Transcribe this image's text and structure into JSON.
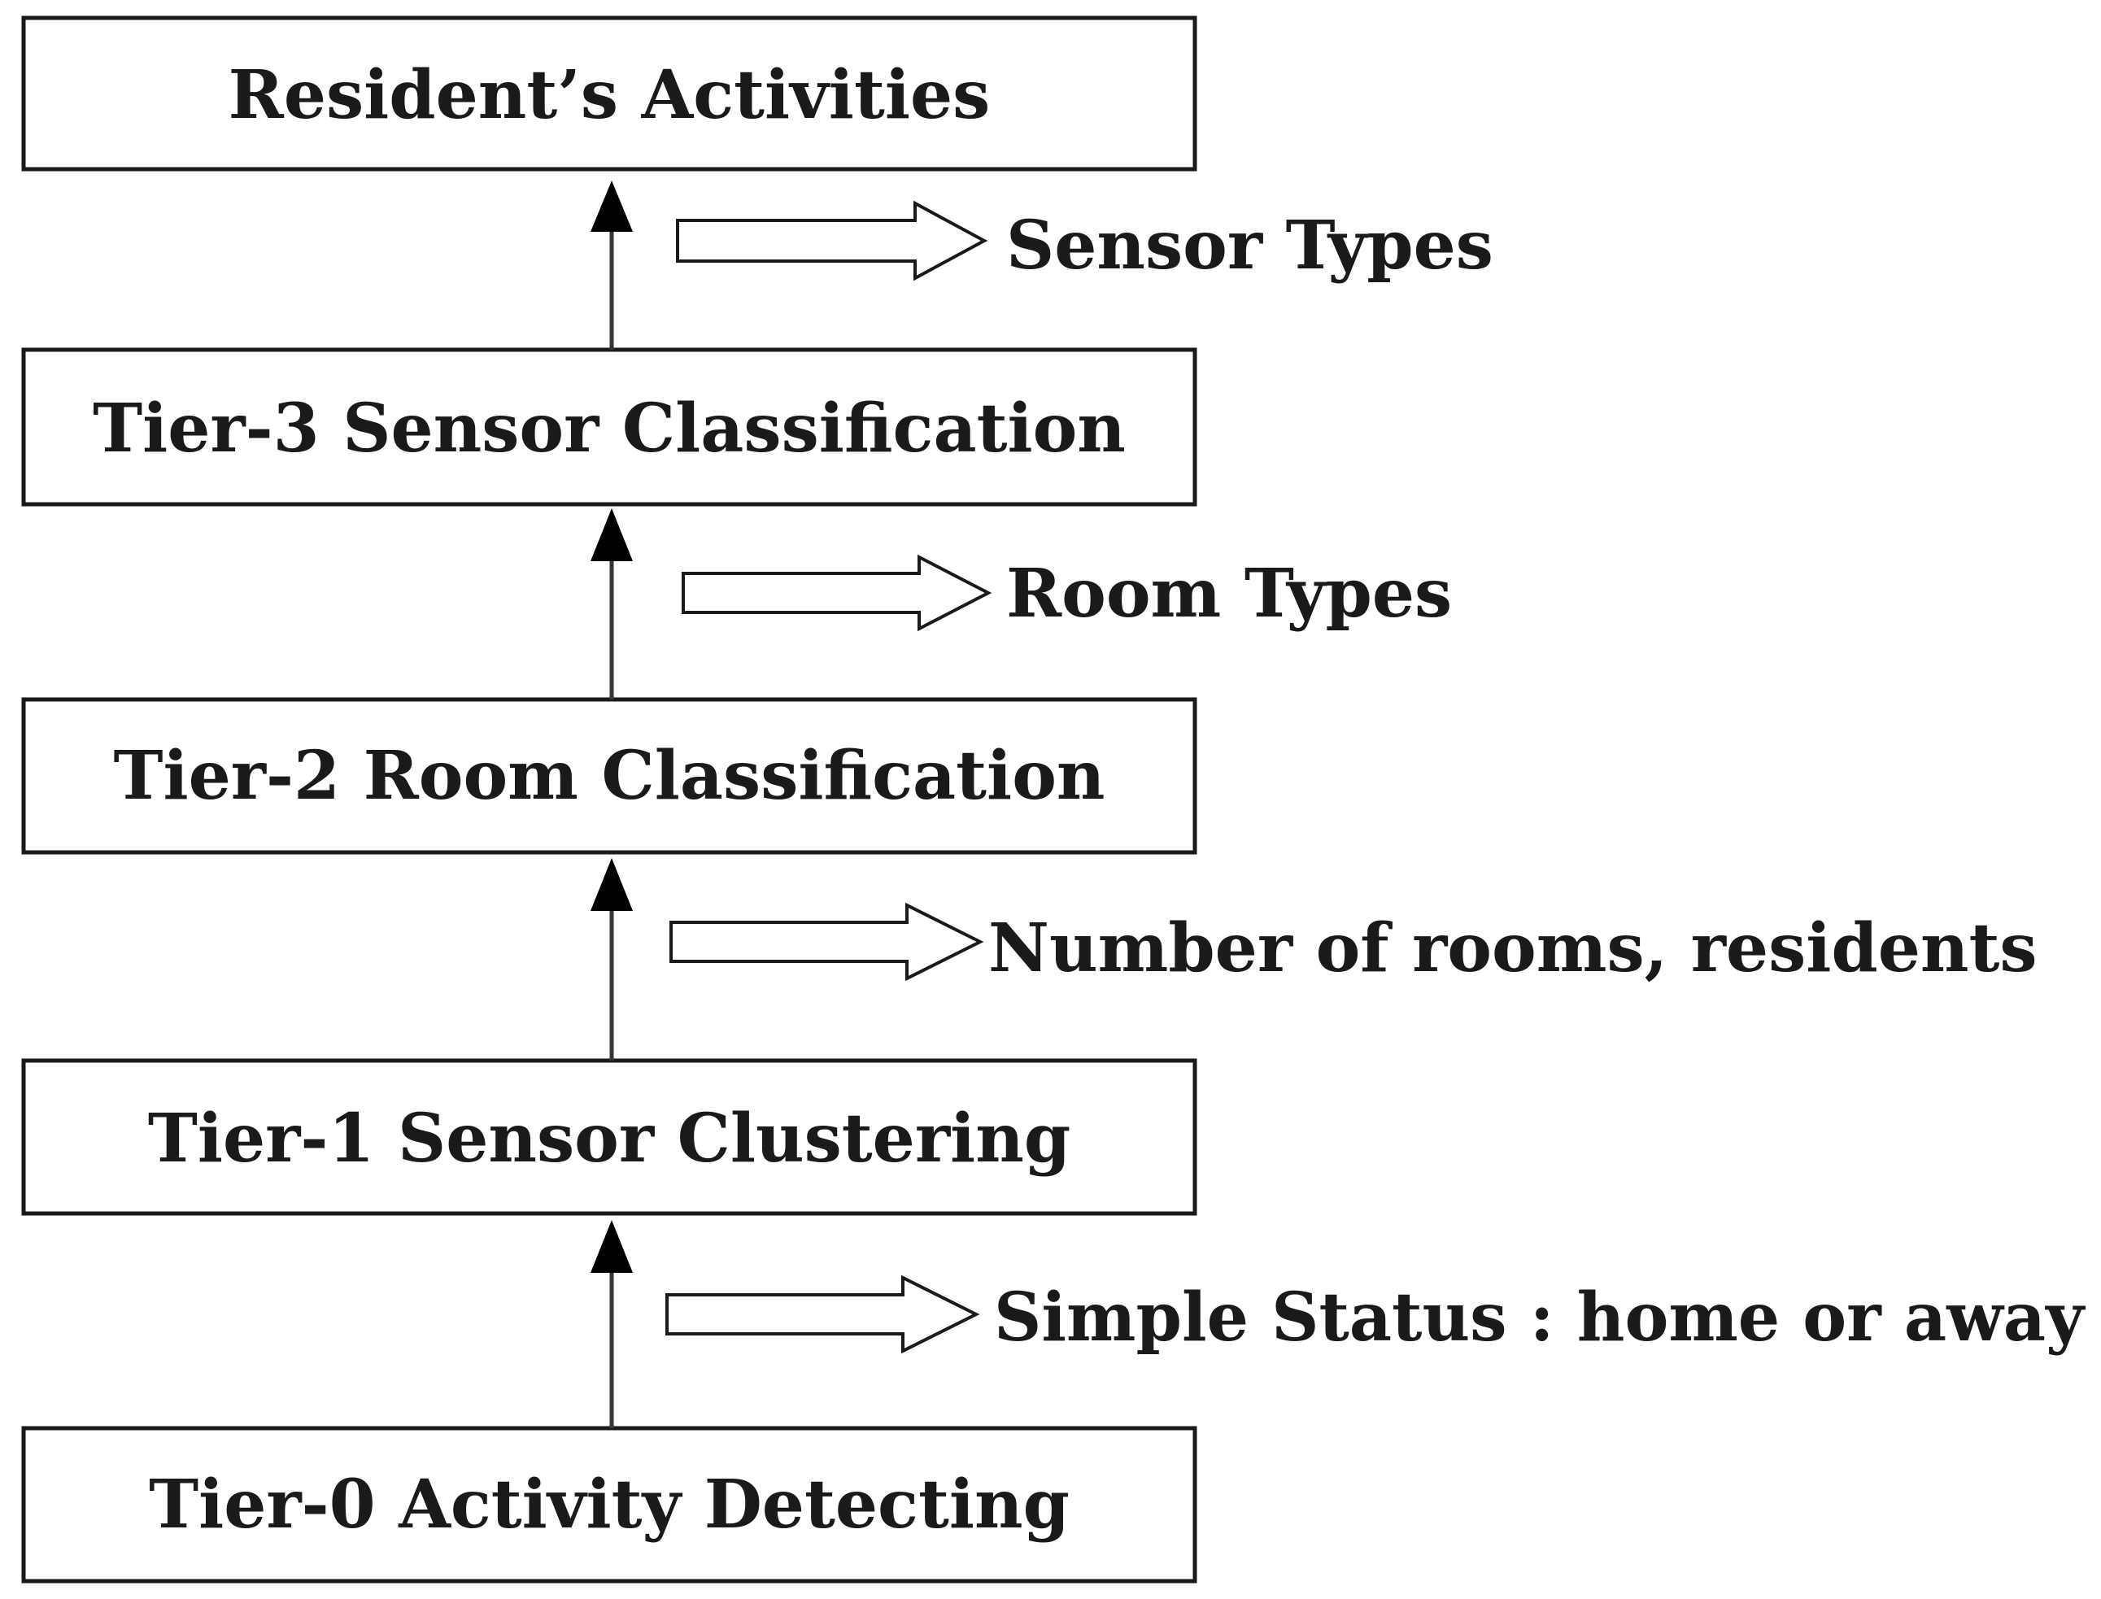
{
  "diagram": {
    "tiers": [
      {
        "id": "activities",
        "label": "Resident’s Activities"
      },
      {
        "id": "tier3",
        "label": "Tier-3 Sensor Classification"
      },
      {
        "id": "tier2",
        "label": "Tier-2 Room Classification"
      },
      {
        "id": "tier1",
        "label": "Tier-1 Sensor Clustering"
      },
      {
        "id": "tier0",
        "label": "Tier-0 Activity Detecting"
      }
    ],
    "outputs": [
      {
        "between": "tier3-to-activities",
        "label": "Sensor Types"
      },
      {
        "between": "tier2-to-tier3",
        "label": "Room Types"
      },
      {
        "between": "tier1-to-tier2",
        "label": "Number of rooms, residents"
      },
      {
        "between": "tier0-to-tier1",
        "label": "Simple Status : home or away"
      }
    ]
  }
}
